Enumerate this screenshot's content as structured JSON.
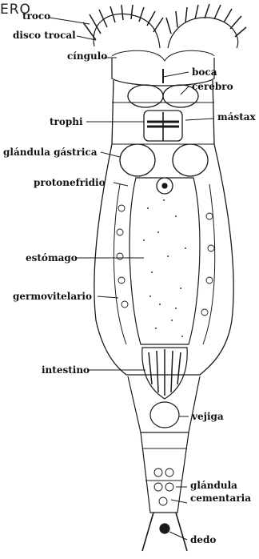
{
  "header_fragment": "ERO",
  "labels": {
    "troco": "troco",
    "disco_trocal": "disco trocal",
    "cingulo": "cíngulo",
    "boca": "boca",
    "cerebro": "cerebro",
    "trophi": "trophi",
    "mastax": "mástax",
    "glandula_gastrica": "glándula gástrica",
    "protonefridio": "protonefridio",
    "estomago": "estómago",
    "germovitelario": "germovitelario",
    "intestino": "intestino",
    "vejiga": "vejiga",
    "glandula_cementaria_1": "glándula",
    "glandula_cementaria_2": "cementaria",
    "dedo": "dedo"
  },
  "colors": {
    "ink": "#1a1a1a",
    "paper": "#ffffff",
    "shade": "#555555"
  }
}
